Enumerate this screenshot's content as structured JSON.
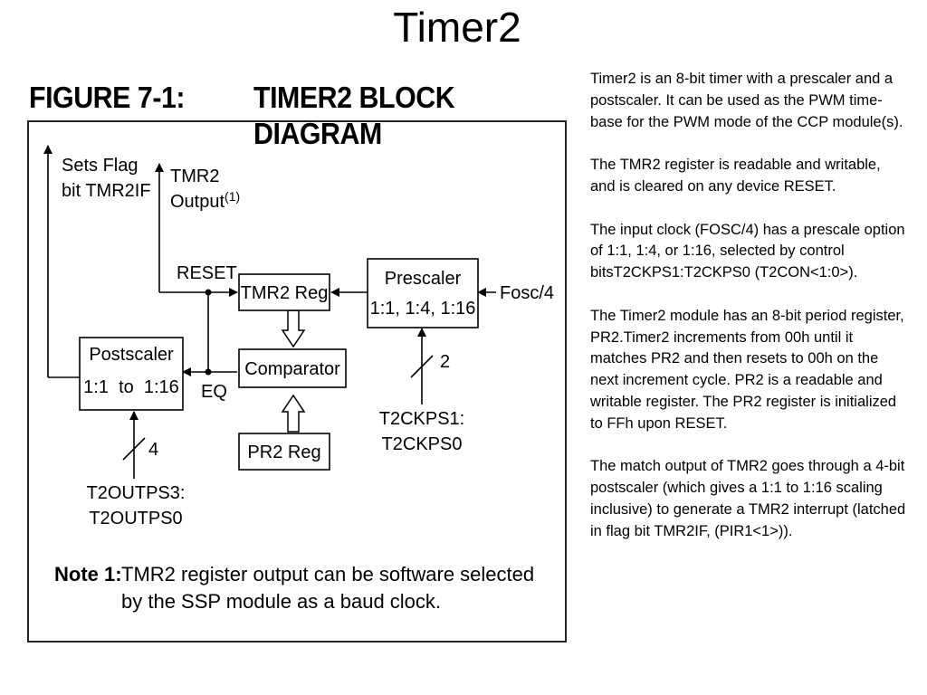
{
  "slide": {
    "title": "Timer2"
  },
  "figure": {
    "label": "FIGURE 7-1:",
    "title": "TIMER2 BLOCK DIAGRAM",
    "blocks": {
      "tmr2_reg": "TMR2 Reg",
      "comparator": "Comparator",
      "pr2_reg": "PR2 Reg",
      "prescaler_name": "Prescaler",
      "prescaler_ratios": "1:1, 1:4, 1:16",
      "postscaler_name": "Postscaler",
      "postscaler_ratios": "1:1  to  1:16"
    },
    "signals": {
      "sets_flag_line1": "Sets Flag",
      "sets_flag_line2": "bit TMR2IF",
      "tmr2_output_line1": "TMR2",
      "tmr2_output_line2": "Output",
      "tmr2_output_note": "(1)",
      "reset": "RESET",
      "eq": "EQ",
      "fosc": "Fosc/4",
      "prescaler_bits": "2",
      "prescaler_select_line1": "T2CKPS1:",
      "prescaler_select_line2": "T2CKPS0",
      "postscaler_bits": "4",
      "postscaler_select_line1": "T2OUTPS3:",
      "postscaler_select_line2": "T2OUTPS0"
    },
    "note": {
      "label": "Note  1:",
      "text": "TMR2 register output can be software selected by the SSP module as a baud clock."
    }
  },
  "description": {
    "paragraphs": [
      "Timer2 is an 8-bit timer with a prescaler and a postscaler. It can be used as the PWM time-base for the PWM mode of the CCP module(s).",
      "The TMR2 register is readable and writable, and is cleared on any device RESET.",
      "The input clock (FOSC/4) has a prescale option of 1:1, 1:4, or 1:16, selected by control bitsT2CKPS1:T2CKPS0 (T2CON<1:0>).",
      "The Timer2 module has an 8-bit period register, PR2.Timer2 increments from 00h until it matches PR2 and then resets to 00h on the next increment cycle. PR2 is a readable and writable register. The PR2 register is initialized to FFh upon RESET.",
      "The match output of TMR2 goes through a 4-bit postscaler (which gives a 1:1 to 1:16 scaling inclusive) to generate a TMR2 interrupt (latched in flag bit TMR2IF, (PIR1<1>))."
    ]
  }
}
